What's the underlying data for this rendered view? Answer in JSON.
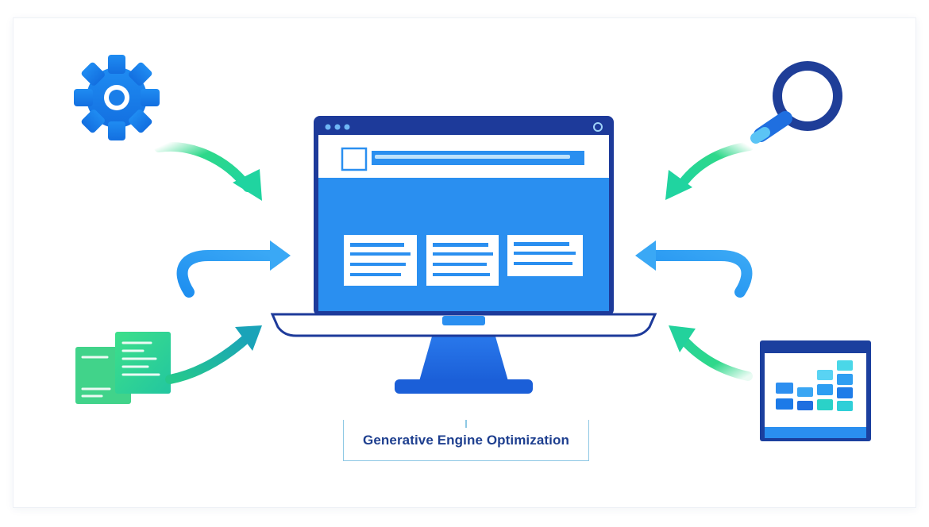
{
  "diagram": {
    "center_label": "Generative Engine Optimization",
    "center_node": "monitor-icon",
    "nodes": [
      {
        "id": "settings",
        "icon": "gear-icon",
        "position": "top-left"
      },
      {
        "id": "search",
        "icon": "magnifier-icon",
        "position": "top-right"
      },
      {
        "id": "documents",
        "icon": "documents-icon",
        "position": "bottom-left"
      },
      {
        "id": "analytics",
        "icon": "bar-chart-icon",
        "position": "bottom-right"
      }
    ],
    "arrows": [
      {
        "from": "settings",
        "to": "monitor",
        "color": "#2ed88a"
      },
      {
        "from": "left-curve",
        "to": "monitor",
        "color": "#2a8ff0"
      },
      {
        "from": "documents",
        "to": "monitor",
        "color": "#1fb9a0"
      },
      {
        "from": "search",
        "to": "monitor",
        "color": "#2ed88a"
      },
      {
        "from": "right-curve",
        "to": "monitor",
        "color": "#2a8ff0"
      },
      {
        "from": "analytics",
        "to": "monitor",
        "color": "#2ed88a"
      }
    ],
    "colors": {
      "primary_blue": "#1f7ce8",
      "navy": "#1d3a9a",
      "green": "#2ed88a",
      "teal": "#1fb9a0",
      "caption_text": "#1e3f8f"
    }
  }
}
